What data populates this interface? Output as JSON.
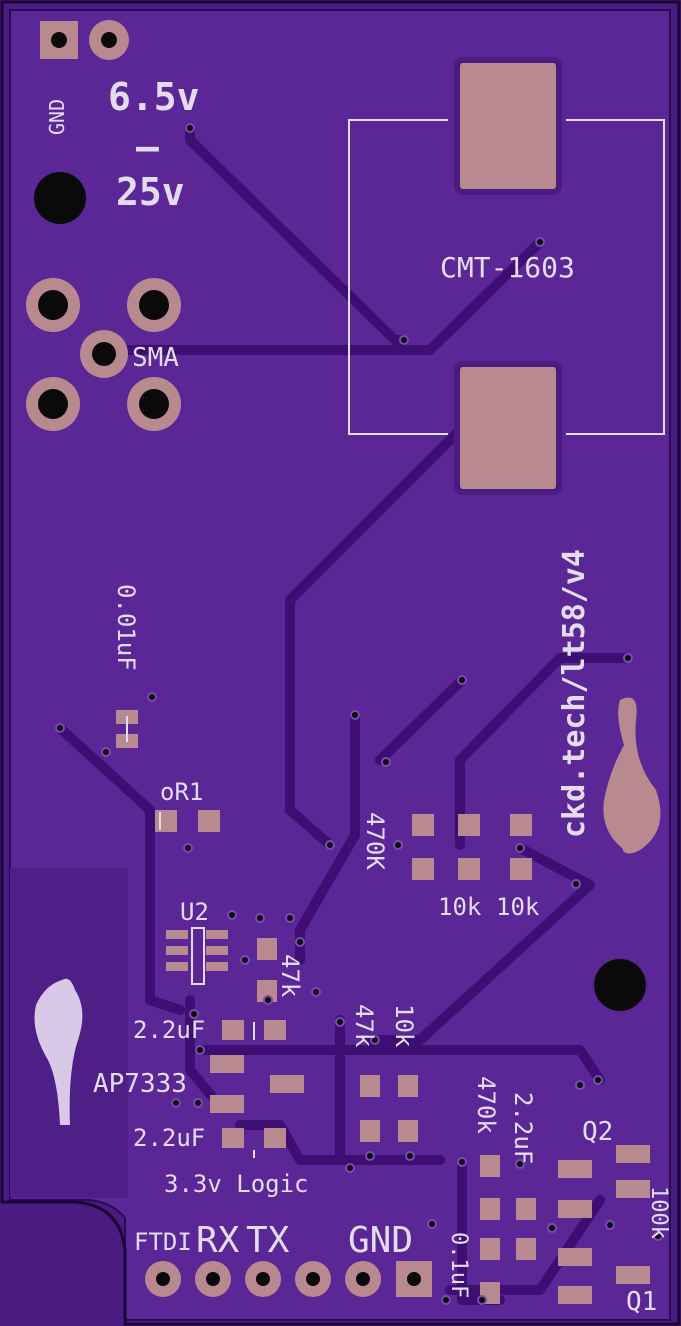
{
  "board": {
    "colors": {
      "substrate": "#4a1c82",
      "copper_fill": "#5b2797",
      "trace": "#3d0f72",
      "pad": "#b88a8f",
      "silk": "#e3dcef",
      "hole": "#0a0a0a"
    },
    "labels": {
      "gnd_top": "GND",
      "vin_min": "6.5v",
      "vin_dash": "—",
      "vin_max": "25v",
      "sma": "SMA",
      "buzzer": "CMT-1603",
      "url": "ckd.tech/lt58/v4",
      "cap_001": "0.01uF",
      "or1": "oR1",
      "res_470k_a": "470K",
      "res_10k_a": "10k",
      "res_10k_b": "10k",
      "u2": "U2",
      "res_47k_a": "47k",
      "res_47k_b": "47k",
      "res_10k_c": "10k",
      "cap_22_a": "2.2uF",
      "ap7333": "AP7333",
      "cap_22_b": "2.2uF",
      "res_470k_b": "470k",
      "cap_22_c": "2.2uF",
      "q2": "Q2",
      "res_100k": "100k",
      "q1": "Q1",
      "cap_01": "0.1uF",
      "logic": "3.3v Logic",
      "ftdi": "FTDI",
      "rx": "RX",
      "tx": "TX",
      "gnd_bottom": "GND"
    }
  }
}
